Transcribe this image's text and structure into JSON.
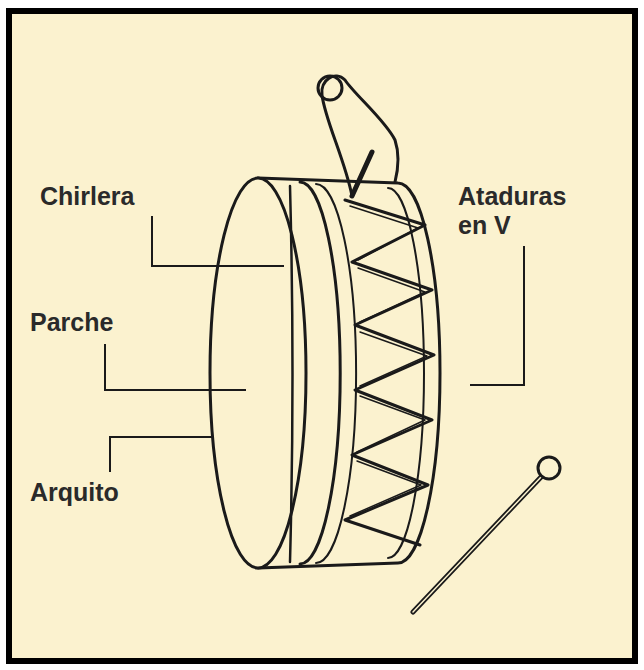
{
  "diagram": {
    "labels": [
      "Chirlera",
      "Parche",
      "Arquito",
      "Ataduras en V"
    ]
  }
}
